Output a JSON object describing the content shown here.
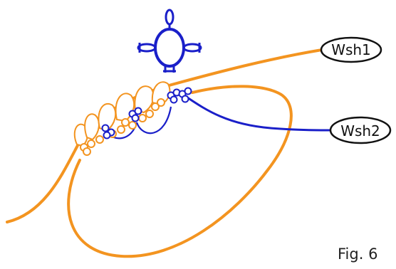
{
  "colors": {
    "orange": "#f39420",
    "blue": "#1a1fc9",
    "outline": "#111111"
  },
  "labels": {
    "wsh1": "Wsh1",
    "wsh2": "Wsh2"
  },
  "caption": {
    "text": "Fig. 6"
  }
}
